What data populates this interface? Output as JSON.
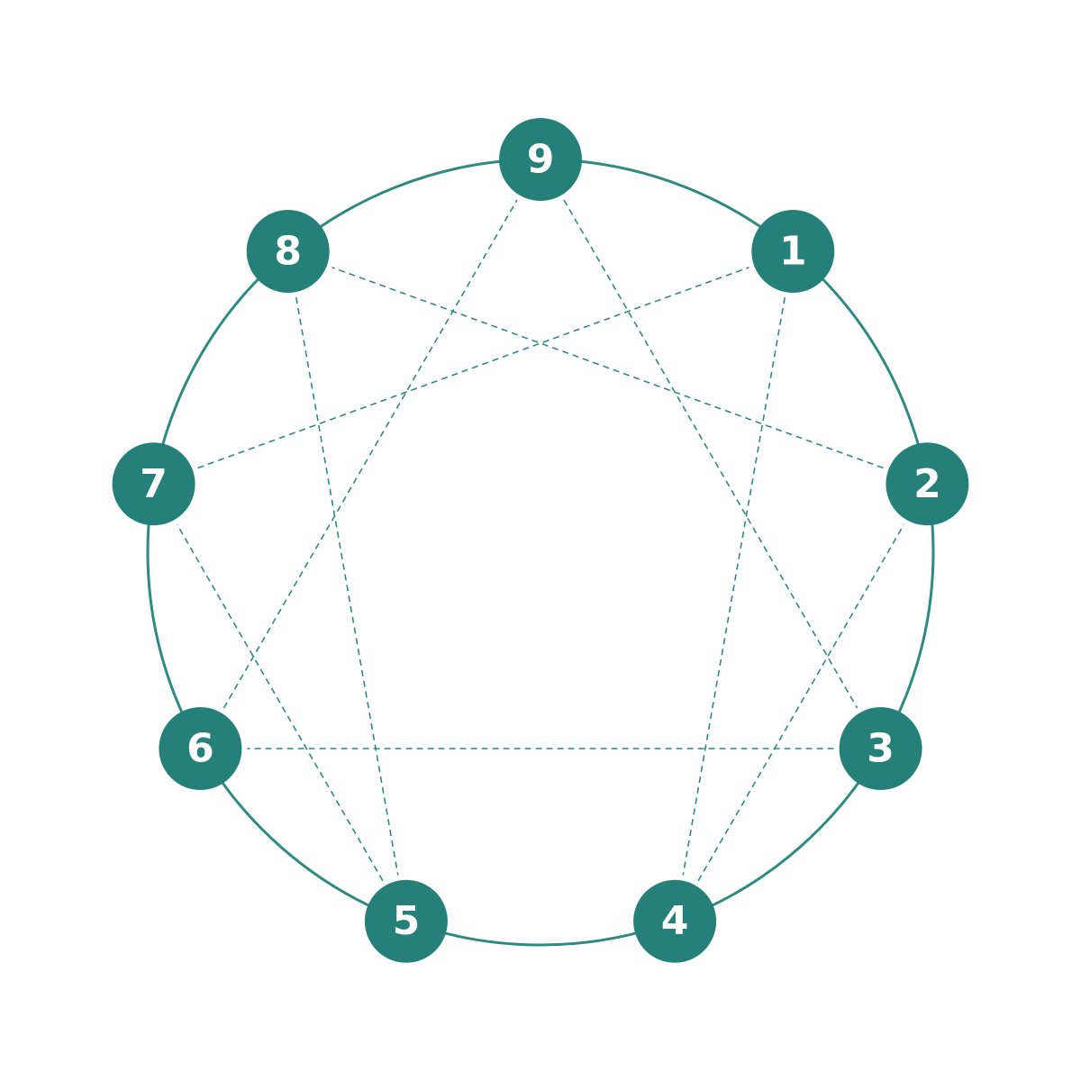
{
  "colors": {
    "accent": "#26807a",
    "line": "#2f8a83",
    "label": "#ffffff",
    "background": "#ffffff"
  },
  "nodes": [
    {
      "id": "9",
      "label": "9"
    },
    {
      "id": "1",
      "label": "1"
    },
    {
      "id": "2",
      "label": "2"
    },
    {
      "id": "3",
      "label": "3"
    },
    {
      "id": "4",
      "label": "4"
    },
    {
      "id": "5",
      "label": "5"
    },
    {
      "id": "6",
      "label": "6"
    },
    {
      "id": "7",
      "label": "7"
    },
    {
      "id": "8",
      "label": "8"
    }
  ],
  "connections": [
    [
      "9",
      "3"
    ],
    [
      "3",
      "6"
    ],
    [
      "6",
      "9"
    ],
    [
      "1",
      "4"
    ],
    [
      "4",
      "2"
    ],
    [
      "2",
      "8"
    ],
    [
      "8",
      "5"
    ],
    [
      "5",
      "7"
    ],
    [
      "7",
      "1"
    ]
  ]
}
